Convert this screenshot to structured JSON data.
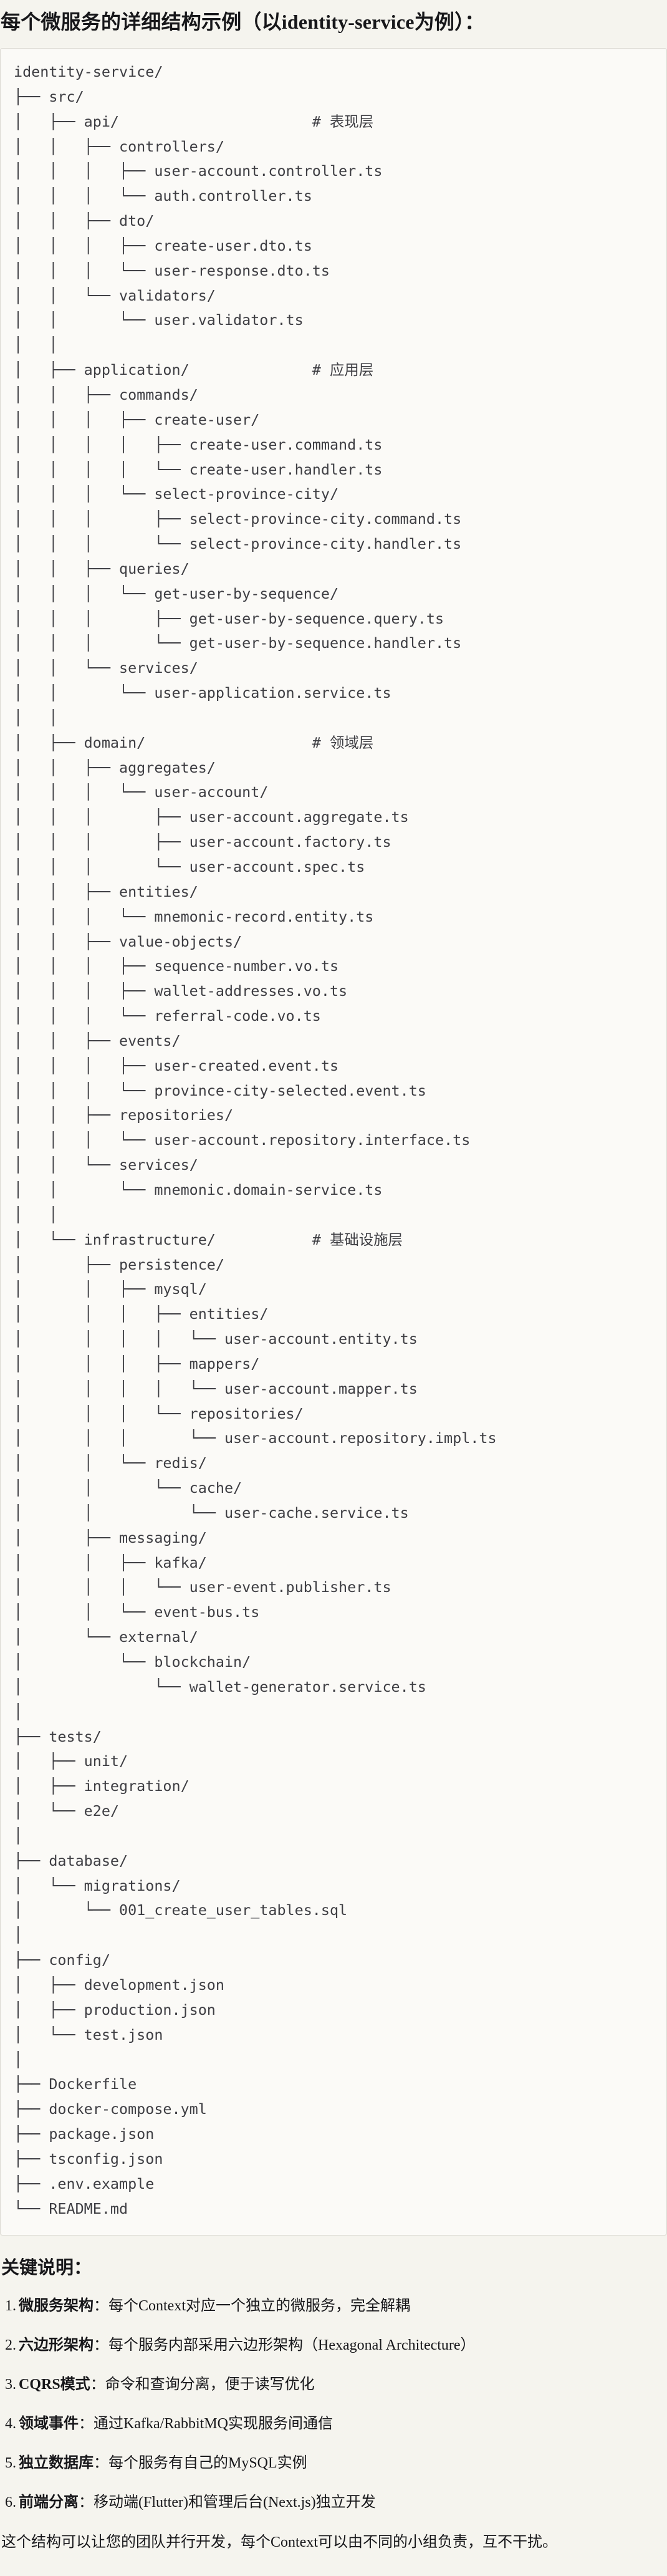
{
  "title": "每个微服务的详细结构示例（以identity-service为例）：",
  "code_block": {
    "tree_lines": [
      "identity-service/",
      "├── src/",
      "│   ├── api/                      # 表现层",
      "│   │   ├── controllers/",
      "│   │   │   ├── user-account.controller.ts",
      "│   │   │   └── auth.controller.ts",
      "│   │   ├── dto/",
      "│   │   │   ├── create-user.dto.ts",
      "│   │   │   └── user-response.dto.ts",
      "│   │   └── validators/",
      "│   │       └── user.validator.ts",
      "│   │",
      "│   ├── application/              # 应用层",
      "│   │   ├── commands/",
      "│   │   │   ├── create-user/",
      "│   │   │   │   ├── create-user.command.ts",
      "│   │   │   │   └── create-user.handler.ts",
      "│   │   │   └── select-province-city/",
      "│   │   │       ├── select-province-city.command.ts",
      "│   │   │       └── select-province-city.handler.ts",
      "│   │   ├── queries/",
      "│   │   │   └── get-user-by-sequence/",
      "│   │   │       ├── get-user-by-sequence.query.ts",
      "│   │   │       └── get-user-by-sequence.handler.ts",
      "│   │   └── services/",
      "│   │       └── user-application.service.ts",
      "│   │",
      "│   ├── domain/                   # 领域层",
      "│   │   ├── aggregates/",
      "│   │   │   └── user-account/",
      "│   │   │       ├── user-account.aggregate.ts",
      "│   │   │       ├── user-account.factory.ts",
      "│   │   │       └── user-account.spec.ts",
      "│   │   ├── entities/",
      "│   │   │   └── mnemonic-record.entity.ts",
      "│   │   ├── value-objects/",
      "│   │   │   ├── sequence-number.vo.ts",
      "│   │   │   ├── wallet-addresses.vo.ts",
      "│   │   │   └── referral-code.vo.ts",
      "│   │   ├── events/",
      "│   │   │   ├── user-created.event.ts",
      "│   │   │   └── province-city-selected.event.ts",
      "│   │   ├── repositories/",
      "│   │   │   └── user-account.repository.interface.ts",
      "│   │   └── services/",
      "│   │       └── mnemonic.domain-service.ts",
      "│   │",
      "│   └── infrastructure/           # 基础设施层",
      "│       ├── persistence/",
      "│       │   ├── mysql/",
      "│       │   │   ├── entities/",
      "│       │   │   │   └── user-account.entity.ts",
      "│       │   │   ├── mappers/",
      "│       │   │   │   └── user-account.mapper.ts",
      "│       │   │   └── repositories/",
      "│       │   │       └── user-account.repository.impl.ts",
      "│       │   └── redis/",
      "│       │       └── cache/",
      "│       │           └── user-cache.service.ts",
      "│       ├── messaging/",
      "│       │   ├── kafka/",
      "│       │   │   └── user-event.publisher.ts",
      "│       │   └── event-bus.ts",
      "│       └── external/",
      "│           └── blockchain/",
      "│               └── wallet-generator.service.ts",
      "│",
      "├── tests/",
      "│   ├── unit/",
      "│   ├── integration/",
      "│   └── e2e/",
      "│",
      "├── database/",
      "│   └── migrations/",
      "│       └── 001_create_user_tables.sql",
      "│",
      "├── config/",
      "│   ├── development.json",
      "│   ├── production.json",
      "│   └── test.json",
      "│",
      "├── Dockerfile",
      "├── docker-compose.yml",
      "├── package.json",
      "├── tsconfig.json",
      "├── .env.example",
      "└── README.md"
    ]
  },
  "notes": {
    "heading": "关键说明：",
    "items": [
      {
        "num": "1.",
        "term": "微服务架构",
        "colon": "：",
        "desc": "每个Context对应一个独立的微服务，完全解耦"
      },
      {
        "num": "2.",
        "term": "六边形架构",
        "colon": "：",
        "desc": "每个服务内部采用六边形架构（Hexagonal Architecture）"
      },
      {
        "num": "3.",
        "term": "CQRS模式",
        "colon": "：",
        "desc": "命令和查询分离，便于读写优化"
      },
      {
        "num": "4.",
        "term": "领域事件",
        "colon": "：",
        "desc": "通过Kafka/RabbitMQ实现服务间通信"
      },
      {
        "num": "5.",
        "term": "独立数据库",
        "colon": "：",
        "desc": "每个服务有自己的MySQL实例"
      },
      {
        "num": "6.",
        "term": "前端分离",
        "colon": "：",
        "desc": "移动端(Flutter)和管理后台(Next.js)独立开发"
      }
    ],
    "footer": "这个结构可以让您的团队并行开发，每个Context可以由不同的小组负责，互不干扰。"
  },
  "colors": {
    "page_bg": "#f5f4ee",
    "code_bg": "#fbfaf7",
    "code_border": "#dbd9d2",
    "code_text": "#3e3e43",
    "text": "#17171a"
  }
}
